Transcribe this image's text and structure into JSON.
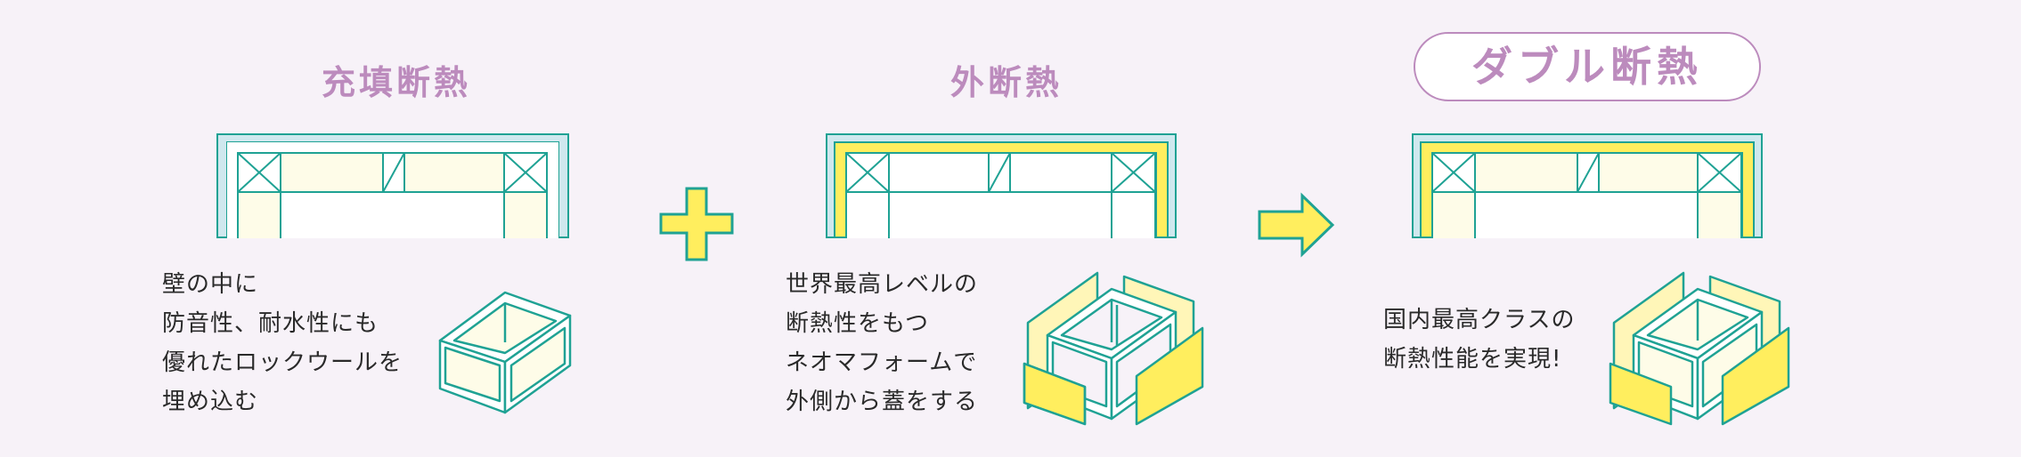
{
  "colors": {
    "background": "#f7f2f8",
    "title_purple": "#bc8bbd",
    "line_teal": "#1fa294",
    "outer_sheath_blue": "#cfe8ee",
    "neomafoam_yellow": "#ffee5e",
    "rockwool_cream": "#fefce8",
    "text": "#2a2a2a"
  },
  "panels": [
    {
      "title": "充填断熱",
      "description_lines": [
        "壁の中に",
        "防音性、耐水性にも",
        "優れたロックウールを",
        "埋め込む"
      ],
      "wall_has_outer_yellow_layer": false,
      "cavity_fill": "cream"
    },
    {
      "title": "外断熱",
      "description_lines": [
        "世界最高レベルの",
        "断熱性をもつ",
        "ネオマフォームで",
        "外側から蓋をする"
      ],
      "wall_has_outer_yellow_layer": true,
      "cavity_fill": "white"
    },
    {
      "title": "ダブル断熱",
      "highlighted": true,
      "description_lines": [
        "国内最高クラスの",
        "断熱性能を実現!"
      ],
      "wall_has_outer_yellow_layer": true,
      "cavity_fill": "cream"
    }
  ],
  "operators": {
    "between_1_2": "plus-icon",
    "between_2_3": "arrow-right-icon"
  }
}
